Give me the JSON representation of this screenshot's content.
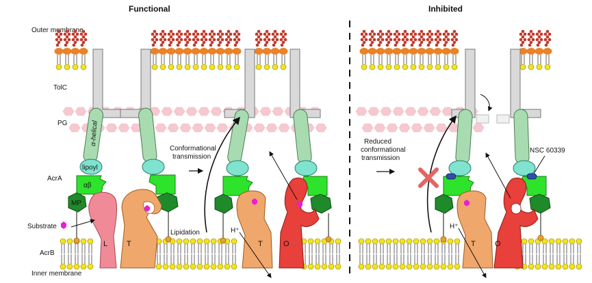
{
  "headers": {
    "functional": "Functional",
    "inhibited": "Inhibited"
  },
  "labels": {
    "outer_membrane": "Outer membrane",
    "tolc": "TolC",
    "pg": "PG",
    "acra": "AcrA",
    "substrate": "Substrate",
    "acrb": "AcrB",
    "inner_membrane": "Inner membrane"
  },
  "inner_labels": {
    "alpha_helical": "α-helical",
    "lipoyl": "lipoyl",
    "alpha_beta": "αβ",
    "mp": "MP"
  },
  "states": {
    "loose": "L",
    "tight": "T",
    "open": "O"
  },
  "annotations": {
    "conformational_line1": "Conformational",
    "conformational_line2": "transmission",
    "lipidation": "Lipidation",
    "proton": "H⁺",
    "reduced_line1": "Reduced",
    "reduced_line2": "conformational",
    "reduced_line3": "transmission",
    "inhibitor": "NSC 60339"
  },
  "colors": {
    "lps_core": "#e8832a",
    "lps_sugar": "#c0392b",
    "lipid_head": "#f2e41c",
    "tolc": "#d9d9d9",
    "pg": "#f6c9d0",
    "helix": "#a8dcb0",
    "lipoyl": "#7fe3cf",
    "alpha_beta": "#2ee32b",
    "mp": "#1f8a2a",
    "acrb_loose": "#f08a96",
    "acrb_tight": "#f0a76c",
    "acrb_open": "#e8403a",
    "substrate": "#e620d2",
    "inhibitor": "#2f4fa8",
    "cross": "#e46464"
  }
}
